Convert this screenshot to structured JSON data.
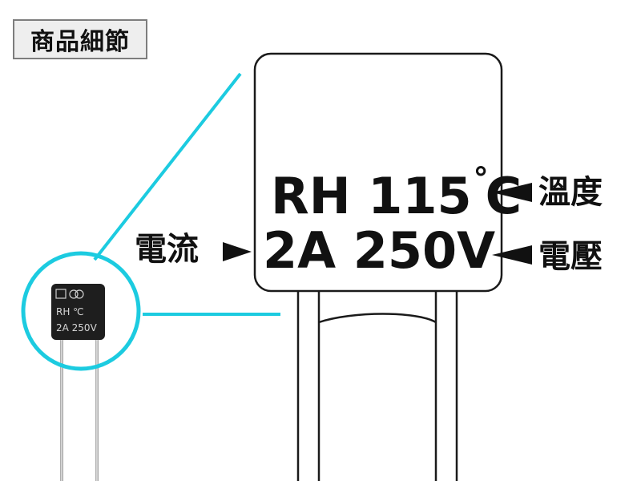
{
  "header": {
    "title": "商品細節"
  },
  "marking": {
    "line1_prefix": "RH 115",
    "degree_mark": "°",
    "line1_suffix": "C",
    "line2": "2A 250V"
  },
  "callouts": {
    "temperature": "溫度",
    "current": "電流",
    "voltage": "電壓"
  },
  "photo_marking": {
    "line1": "RH   ℃",
    "line2": "2A  250V"
  },
  "colors": {
    "accent_cyan": "#1ccbe0",
    "outline": "#1a1a1a",
    "component_body": "#1e1e1e",
    "title_bg": "#eeeeee",
    "title_border": "#7d7d7d"
  },
  "icons": [
    "arrow-right-icon",
    "arrow-left-icon",
    "magnifier-circle-icon"
  ]
}
